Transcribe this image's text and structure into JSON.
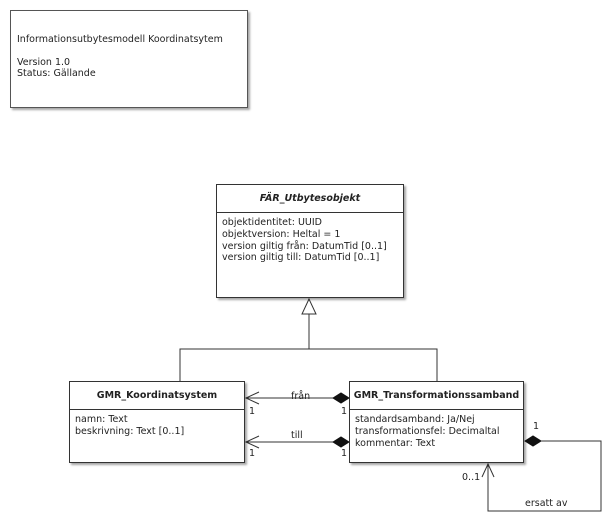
{
  "note": {
    "title": "Informationsutbytesmodell Koordinatsytem",
    "version": "Version 1.0",
    "status": "Status: Gällande"
  },
  "classes": {
    "base": {
      "name": "FÄR_Utbytesobjekt",
      "attributes": [
        "objektidentitet: UUID",
        "objektversion: Heltal = 1",
        "version giltig från: DatumTid [0..1]",
        "version giltig till: DatumTid [0..1]"
      ]
    },
    "koordinatsystem": {
      "name": "GMR_Koordinatsystem",
      "attributes": [
        "namn: Text",
        "beskrivning: Text [0..1]"
      ]
    },
    "transformationssamband": {
      "name": "GMR_Transformationssamband",
      "attributes": [
        "standardsamband: Ja/Nej",
        "transformationsfel: Decimaltal",
        "kommentar: Text"
      ]
    }
  },
  "associations": {
    "fran": {
      "role": "från",
      "source_mult": "1",
      "target_mult": "1"
    },
    "till": {
      "role": "till",
      "source_mult": "1",
      "target_mult": "1"
    },
    "ersatt": {
      "role": "ersatt av",
      "source_mult": "1",
      "target_mult": "0..1"
    }
  }
}
